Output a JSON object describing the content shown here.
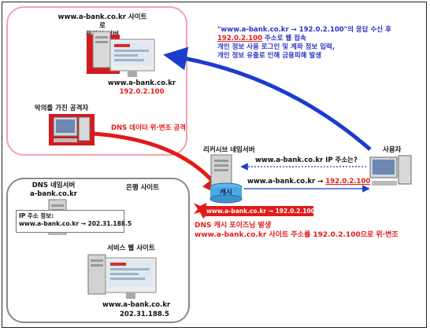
{
  "top_box": {
    "redirected_server_label": "www.a-bank.co.kr 사이트로\n위장한 서버",
    "fake_server_domain": "www.a-bank.co.kr",
    "fake_server_ip": "192.0.2.100",
    "attacker_label": "악의를 가진 공격자"
  },
  "dns_attack_label": "DNS 데이터 위·변조 공격",
  "response_note": {
    "line1_prefix": "\"www.a-bank.co.kr → 192.0.2.100\"의 응답 수신 후",
    "line2_ip": "192.0.2.100",
    "line2_rest": " 주소로 웹 접속",
    "line3": "개인 정보 사용 로그인 및 계좌 정보 입력,",
    "line4": "개인 정보 유출로 인해 금융피해 발생"
  },
  "resolver": {
    "label": "리커시브 네임서버",
    "cache_label": "캐시"
  },
  "user_label": "사용자",
  "query": {
    "question": "www.a-bank.co.kr IP 주소는?",
    "answer_prefix": "www.a-bank.co.kr →",
    "answer_ip": "192.0.2.100"
  },
  "spoofed_record": "www.a-bank.co.kr → 192.0.2.100",
  "poisoning": {
    "line1": "DNS 캐시 포이즈닝 발생",
    "line2": "www.a-bank.co.kr 사이트 주소를 192.0.2.100으로 위·변조"
  },
  "bank_box": {
    "dns_server_label": "DNS 네임서버\na-bank.co.kr",
    "bank_site_label": "은행 사이트",
    "ip_info_title": "IP 주소 정보:",
    "ip_info_record": "www.a-bank.co.kr → 202.31.188.5",
    "web_site_label": "서비스 웹 사이트",
    "real_domain": "www.a-bank.co.kr",
    "real_ip": "202.31.188.5"
  },
  "colors": {
    "alert_red": "#e31b1b",
    "note_blue": "#2a35c9",
    "attacker_border": "#f0a3ad",
    "bank_border": "#8a8a8a"
  }
}
